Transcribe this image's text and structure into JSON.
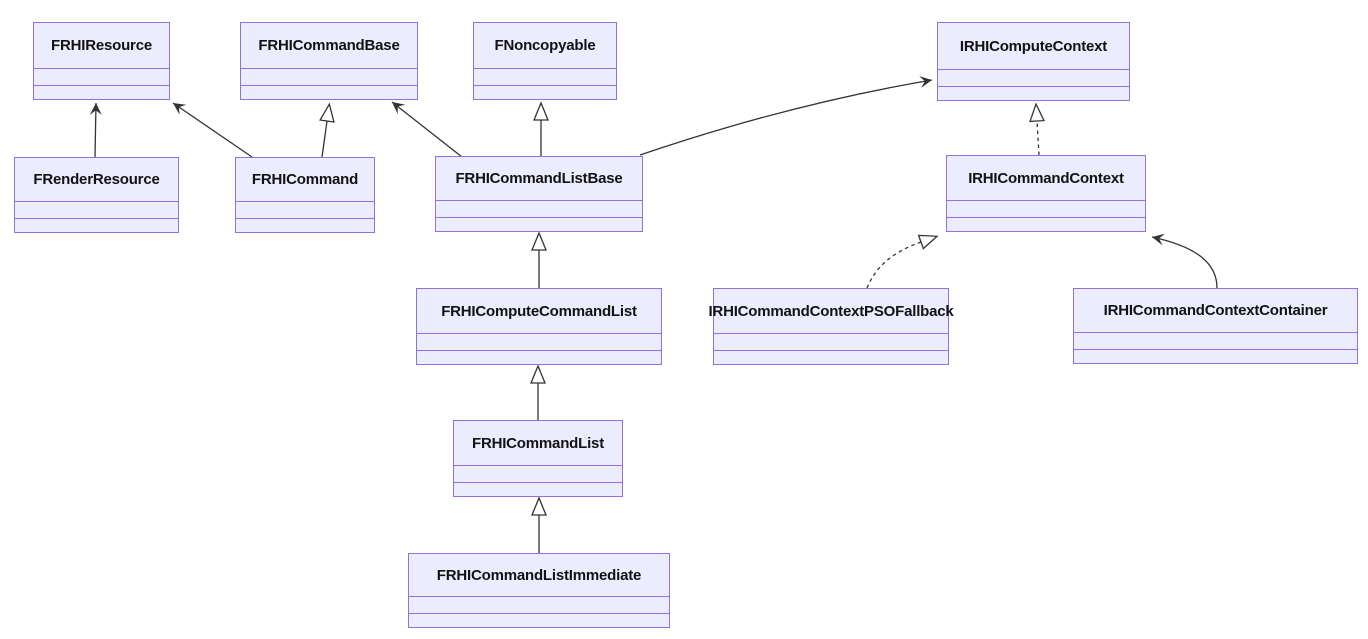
{
  "diagram": {
    "type": "uml-class-diagram",
    "colors": {
      "node_fill": "#ECECFF",
      "node_border": "#9370DB",
      "edge": "#333333",
      "text": "#131313",
      "background": "#ffffff"
    },
    "classes": [
      {
        "name": "FRHIResource"
      },
      {
        "name": "FRHICommandBase"
      },
      {
        "name": "FNoncopyable"
      },
      {
        "name": "IRHIComputeContext"
      },
      {
        "name": "FRenderResource"
      },
      {
        "name": "FRHICommand"
      },
      {
        "name": "FRHICommandListBase"
      },
      {
        "name": "IRHICommandContext"
      },
      {
        "name": "FRHIComputeCommandList"
      },
      {
        "name": "IRHICommandContextPSOFallback"
      },
      {
        "name": "IRHICommandContextContainer"
      },
      {
        "name": "FRHICommandList"
      },
      {
        "name": "FRHICommandListImmediate"
      }
    ],
    "relationships": [
      {
        "from": "FRenderResource",
        "to": "FRHIResource",
        "line": "solid",
        "head": "open-arrow"
      },
      {
        "from": "FRHICommand",
        "to": "FRHIResource",
        "line": "solid",
        "head": "open-arrow"
      },
      {
        "from": "FRHICommand",
        "to": "FRHICommandBase",
        "line": "solid",
        "head": "hollow-triangle"
      },
      {
        "from": "FRHICommandListBase",
        "to": "FRHICommandBase",
        "line": "solid",
        "head": "open-arrow"
      },
      {
        "from": "FRHICommandListBase",
        "to": "FNoncopyable",
        "line": "solid",
        "head": "hollow-triangle"
      },
      {
        "from": "FRHICommandListBase",
        "to": "IRHIComputeContext",
        "line": "solid",
        "head": "open-arrow"
      },
      {
        "from": "IRHICommandContext",
        "to": "IRHIComputeContext",
        "line": "dashed",
        "head": "hollow-triangle"
      },
      {
        "from": "IRHICommandContextPSOFallback",
        "to": "IRHICommandContext",
        "line": "dashed",
        "head": "hollow-triangle"
      },
      {
        "from": "IRHICommandContextContainer",
        "to": "IRHICommandContext",
        "line": "solid",
        "head": "open-arrow"
      },
      {
        "from": "FRHIComputeCommandList",
        "to": "FRHICommandListBase",
        "line": "solid",
        "head": "hollow-triangle"
      },
      {
        "from": "FRHICommandList",
        "to": "FRHIComputeCommandList",
        "line": "solid",
        "head": "hollow-triangle"
      },
      {
        "from": "FRHICommandListImmediate",
        "to": "FRHICommandList",
        "line": "solid",
        "head": "hollow-triangle"
      }
    ]
  }
}
